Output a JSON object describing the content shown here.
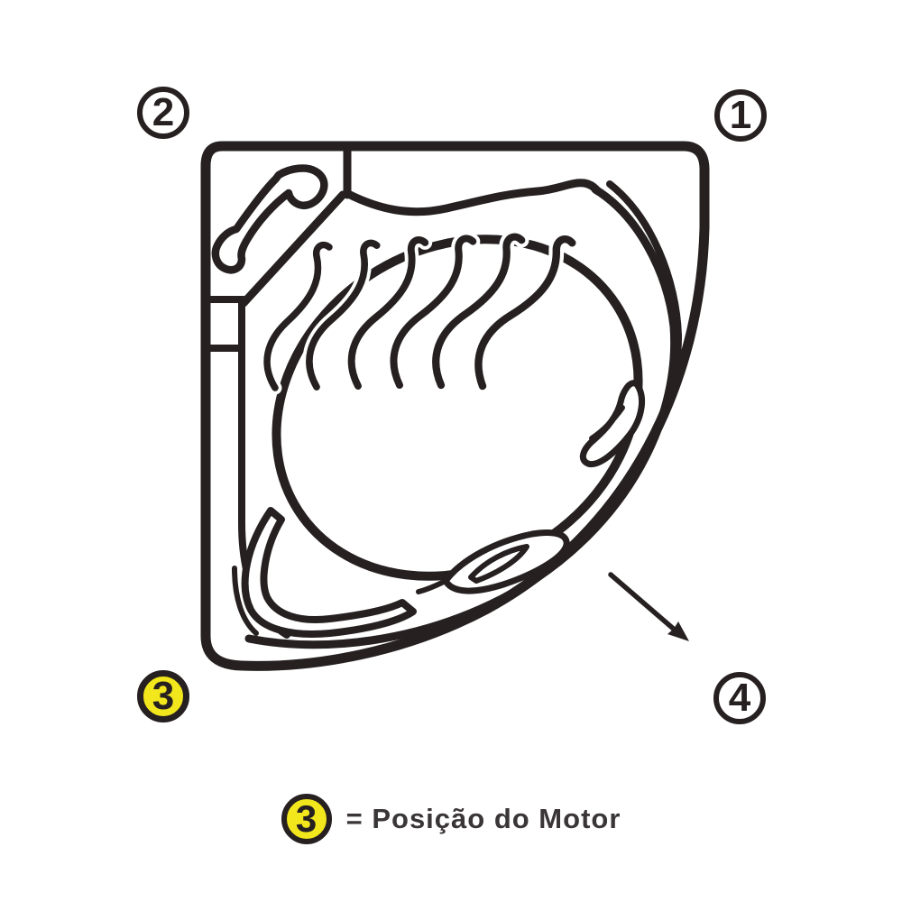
{
  "colors": {
    "line": "#262021",
    "yellow": "#F2E71C",
    "text": "#3A3536",
    "background": "#FFFFFF"
  },
  "badges": {
    "top_left": {
      "label": "2",
      "variant": "outline"
    },
    "top_right": {
      "label": "1",
      "variant": "outline"
    },
    "bottom_left": {
      "label": "3",
      "variant": "yellow"
    },
    "bottom_right": {
      "label": "4",
      "variant": "outline"
    }
  },
  "legend": {
    "badge_label": "3",
    "text": "= Posição do Motor"
  },
  "figure": {
    "type": "corner-whirlpool-bathtub-top-view",
    "arrow_points_toward_corner": "4"
  }
}
